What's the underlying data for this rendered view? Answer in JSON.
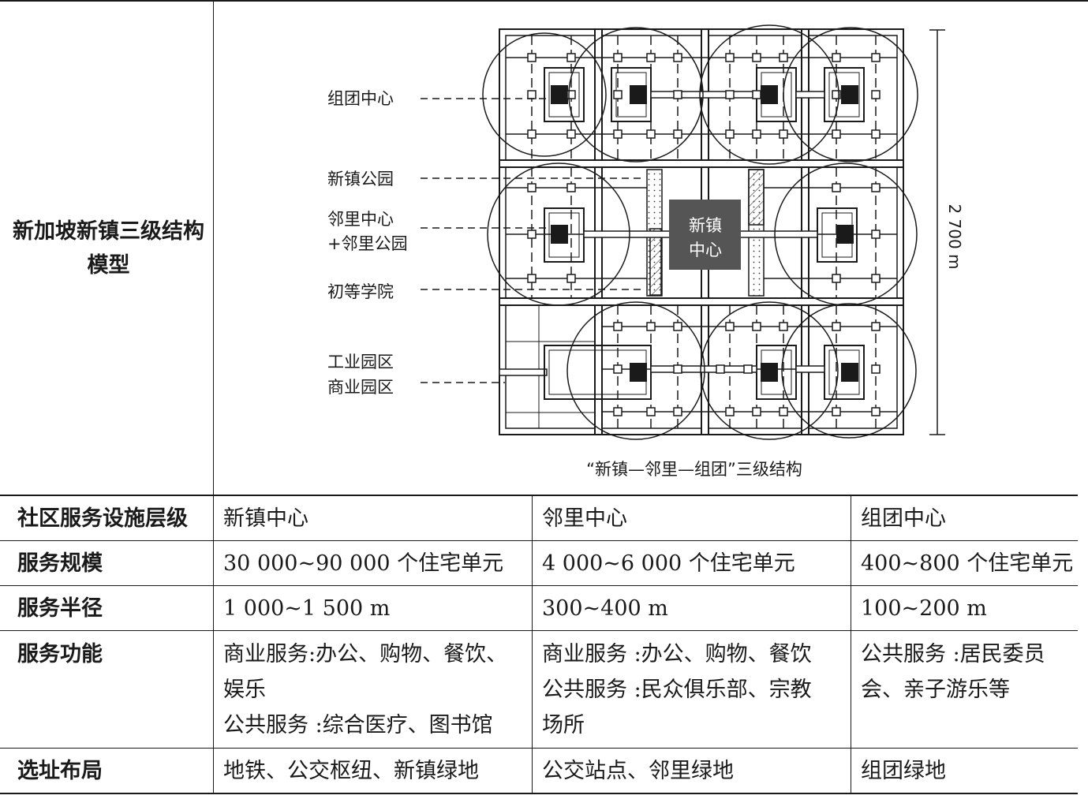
{
  "model": {
    "label": "新加坡新镇三级结构模型",
    "diagram": {
      "labels": {
        "cluster_center": "组团中心",
        "town_park": "新镇公园",
        "neighbourhood_center_1": "邻里中心",
        "neighbourhood_center_2": "+邻里公园",
        "primary_school": "初等学院",
        "industrial_park": "工业园区",
        "commercial_park": "商业园区",
        "town_center_1": "新镇",
        "town_center_2": "中心",
        "dimension": "2 700 m"
      },
      "caption": "“新镇—邻里—组团”三级结构"
    }
  },
  "table": {
    "rows": [
      {
        "header": "社区服务设施层级",
        "cells": [
          [
            "新镇中心"
          ],
          [
            "邻里中心"
          ],
          [
            "组团中心"
          ]
        ]
      },
      {
        "header": "服务规模",
        "cells": [
          [
            "30 000~90 000 个住宅单元"
          ],
          [
            "4 000~6 000 个住宅单元"
          ],
          [
            "400~800 个住宅单元"
          ]
        ]
      },
      {
        "header": "服务半径",
        "cells": [
          [
            "1 000~1 500 m"
          ],
          [
            "300~400 m"
          ],
          [
            "100~200 m"
          ]
        ]
      },
      {
        "header": "服务功能",
        "cells": [
          [
            "商业服务:办公、购物、餐饮、",
            "娱乐",
            "公共服务 :综合医疗、图书馆"
          ],
          [
            "商业服务 :办公、购物、餐饮",
            "公共服务 :民众俱乐部、宗教",
            "场所"
          ],
          [
            "公共服务 :居民委员",
            "会、亲子游乐等"
          ]
        ]
      },
      {
        "header": "选址布局",
        "cells": [
          [
            "地铁、公交枢纽、新镇绿地"
          ],
          [
            "公交站点、邻里绿地"
          ],
          [
            "组团绿地"
          ]
        ]
      }
    ]
  }
}
